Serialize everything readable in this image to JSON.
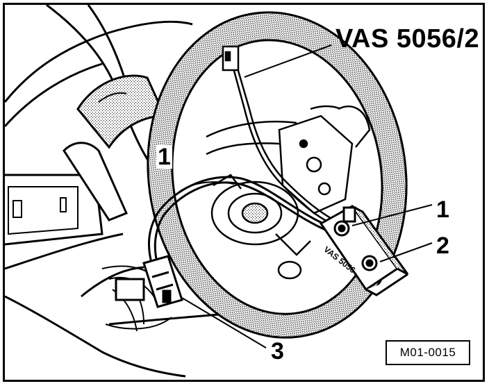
{
  "labels": {
    "title": "VAS 5056/2",
    "callout_1_right": "1",
    "callout_1_left": "1",
    "callout_2": "2",
    "callout_3": "3",
    "device_text": "VAS 5056",
    "reference_code": "M01-0015"
  }
}
